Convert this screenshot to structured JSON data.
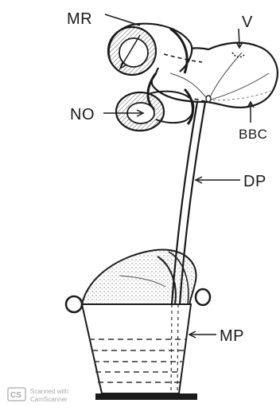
{
  "labels": {
    "mr": "MR",
    "v": "V",
    "no": "NO",
    "bbc": "BBC",
    "dp": "DP",
    "mp": "MP"
  },
  "watermark": {
    "badge": "CS",
    "line1": "Scanned with",
    "line2": "CamScanner"
  }
}
